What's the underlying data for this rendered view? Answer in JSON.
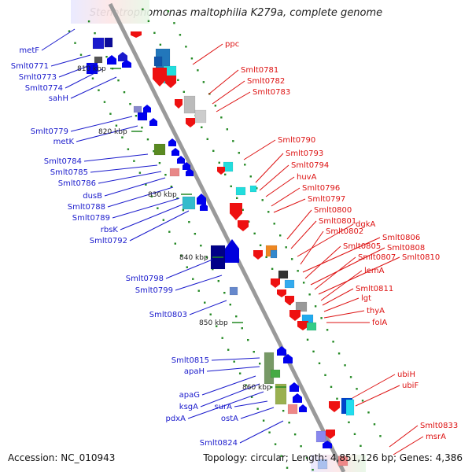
{
  "title": "Stenotrophomonas maltophilia K279a, complete genome",
  "footer": {
    "accession": "Accession: NC_010943",
    "topology": "Topology: circular; Length: 4,851,126 bp; Genes: 4,386"
  },
  "colors": {
    "axis": "#9a9a9a",
    "left_label": "#1a1acc",
    "right_label": "#dd1111",
    "tick": "#228822"
  },
  "ticks": [
    "810 kbp",
    "820 kbp",
    "830 kbp",
    "840 kbp",
    "850 kbp",
    "860 kbp"
  ],
  "left_genes": [
    "metF",
    "Smlt0771",
    "Smlt0773",
    "Smlt0774",
    "sahH",
    "Smlt0779",
    "metK",
    "Smlt0784",
    "Smlt0785",
    "Smlt0786",
    "dusB",
    "Smlt0788",
    "Smlt0789",
    "rbsK",
    "Smlt0792",
    "Smlt0798",
    "Smlt0799",
    "Smlt0803",
    "Smlt0815",
    "apaH",
    "apaG",
    "ksgA",
    "pdxA",
    "surA",
    "ostA",
    "Smlt0824"
  ],
  "right_genes": [
    "ppc",
    "Smlt0781",
    "Smlt0782",
    "Smlt0783",
    "Smlt0790",
    "Smlt0793",
    "Smlt0794",
    "huvA",
    "Smlt0796",
    "Smlt0797",
    "Smlt0800",
    "Smlt0801",
    "dgkA",
    "Smlt0802",
    "Smlt0806",
    "Smlt0805",
    "Smlt0808",
    "Smlt0807",
    "Smlt0810",
    "lemA",
    "Smlt0811",
    "lgt",
    "thyA",
    "folA",
    "ubiH",
    "ubiF",
    "Smlt0833",
    "msrA"
  ]
}
